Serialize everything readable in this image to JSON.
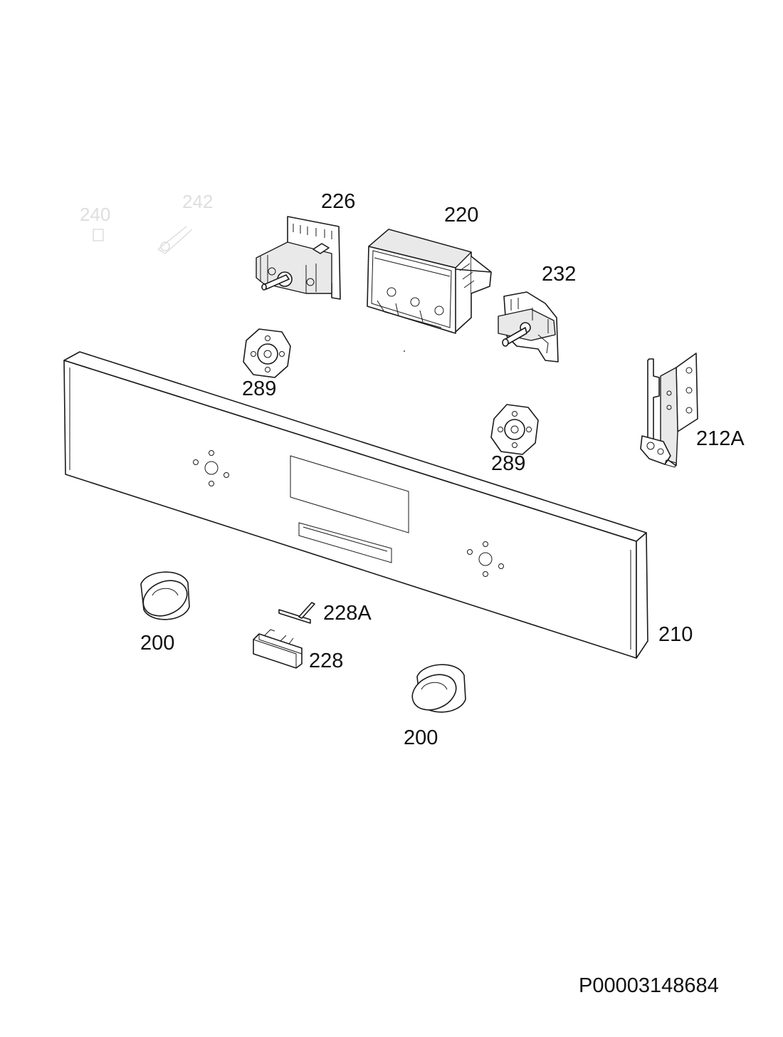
{
  "callouts": {
    "c240": "240",
    "c242": "242",
    "c226": "226",
    "c220": "220",
    "c232": "232",
    "c289a": "289",
    "c289b": "289",
    "c212A": "212A",
    "c210": "210",
    "c200a": "200",
    "c228A": "228A",
    "c228": "228",
    "c200b": "200"
  },
  "diagram_id": "P00003148684"
}
